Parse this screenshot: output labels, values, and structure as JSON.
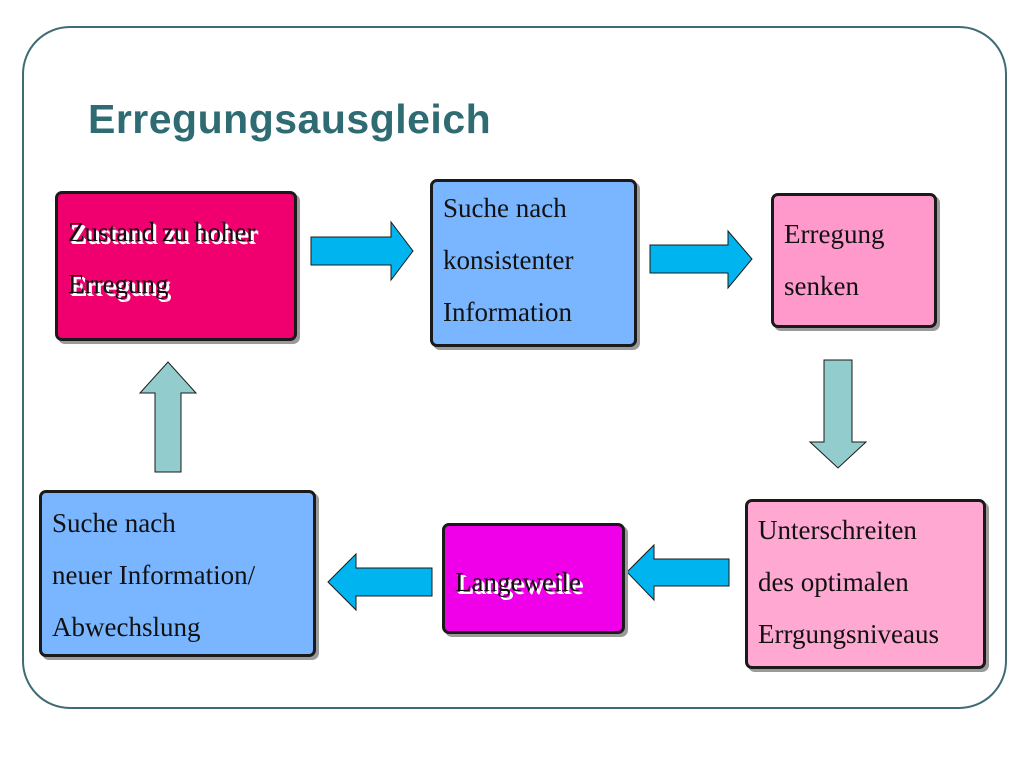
{
  "slide": {
    "title": "Erregungsausgleich"
  },
  "boxes": {
    "zustand": {
      "lines": [
        "Zustand zu hoher",
        "Erregung"
      ],
      "color": "#f0006e"
    },
    "suche_konsistent": {
      "lines": [
        "Suche nach",
        "konsistenter",
        "Information"
      ],
      "color": "#7ab6ff"
    },
    "erregung_senken": {
      "lines": [
        "Erregung",
        "senken"
      ],
      "color": "#ff99cc"
    },
    "unterschreiten": {
      "lines": [
        "Unterschreiten",
        "des optimalen",
        "Errgungsniveaus"
      ],
      "color": "#ffa8d2"
    },
    "langeweile": {
      "lines": [
        "Langeweile"
      ],
      "color": "#f000e8"
    },
    "suche_neu": {
      "lines": [
        "Suche nach",
        "neuer Information/",
        "Abwechslung"
      ],
      "color": "#7ab6ff"
    }
  },
  "colors": {
    "frame": "#3f6b73",
    "title": "#2e6b73",
    "arrow_blue": "#00b4ef",
    "arrow_teal": "#93cccc"
  }
}
